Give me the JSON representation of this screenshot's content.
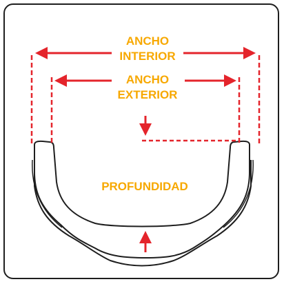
{
  "labels": {
    "ancho": "ANCHO",
    "interior": "INTERIOR",
    "exterior": "EXTERIOR",
    "profundidad": "PROFUNDIDAD"
  },
  "colors": {
    "label": "#f7a800",
    "dimension": "#e4242b",
    "outline": "#1e1e1e"
  }
}
